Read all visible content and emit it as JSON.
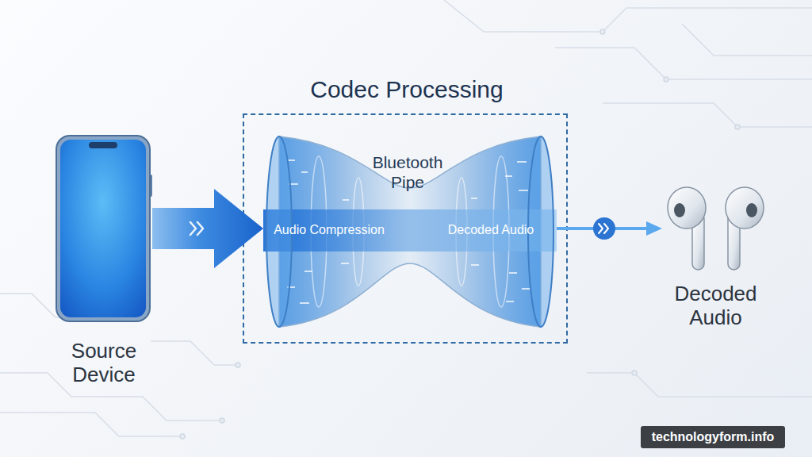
{
  "diagram": {
    "nodes": [
      {
        "text": [
          "Source Device"
        ]
      },
      {
        "text": [
          "Codec Processing"
        ]
      },
      {
        "text": [
          "Bluetooth Pipe",
          "Audio Compression",
          "Decoded Audio"
        ],
        "in": 1
      },
      {
        "text": [
          "Decoded Audio"
        ]
      }
    ],
    "edges": [
      {
        "from": 0,
        "to": 2,
        "arrow": "to"
      },
      {
        "from": 2,
        "to": 3,
        "arrow": "to"
      }
    ],
    "labels": [
      "technologyform.info"
    ]
  }
}
